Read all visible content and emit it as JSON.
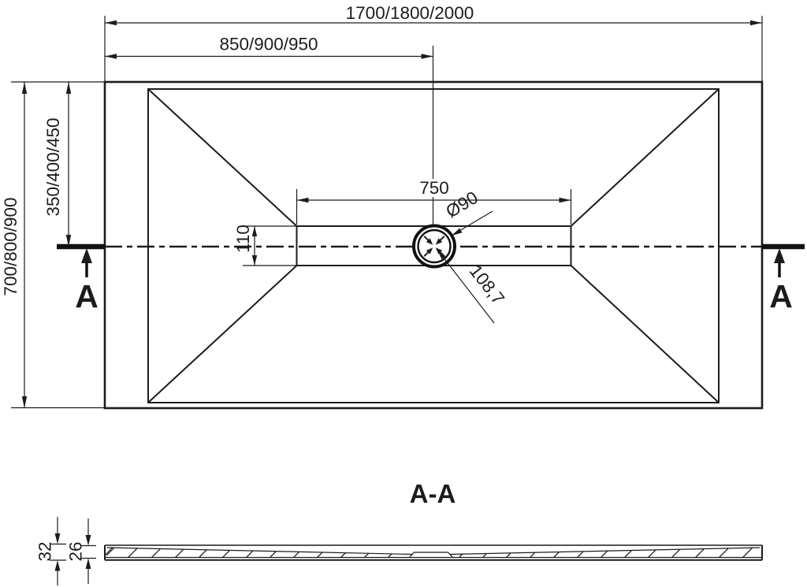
{
  "colors": {
    "ink": "#1c1c1c",
    "background": "#ffffff"
  },
  "plan": {
    "overall_width": "1700/1800/2000",
    "drain_offset_width": "850/900/950",
    "overall_depth": "700/800/900",
    "drain_offset_depth": "350/400/450",
    "channel_length": "750",
    "channel_width": "110",
    "drain_diameter": "Ø90",
    "drain_diagonal": "108,7",
    "section_marker_left": "A",
    "section_marker_right": "A"
  },
  "section": {
    "title": "A-A",
    "total_thickness": "32",
    "inner_thickness": "26"
  }
}
